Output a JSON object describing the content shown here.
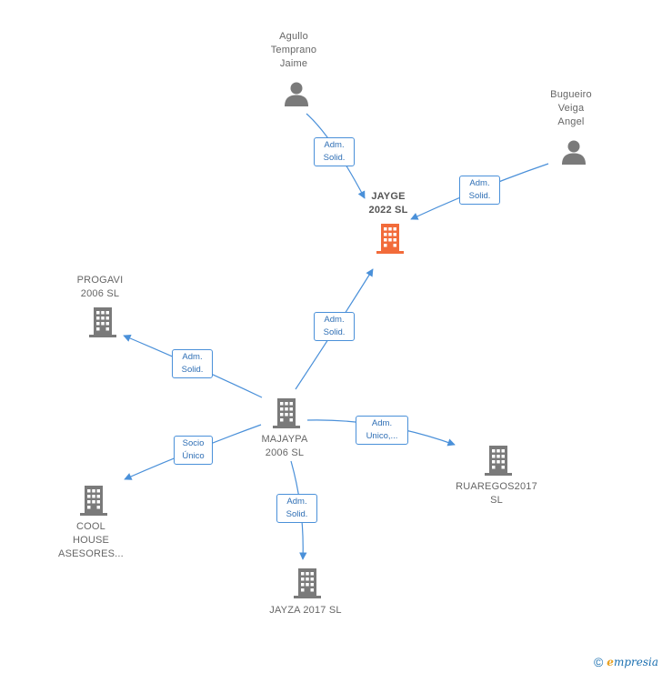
{
  "nodes": {
    "agullo": {
      "label": "Agullo\nTemprano\nJaime",
      "kind": "person",
      "icon": "person-icon"
    },
    "bugueiro": {
      "label": "Bugueiro\nVeiga\nAngel",
      "kind": "person",
      "icon": "person-icon"
    },
    "jayge": {
      "label": "JAYGE\n2022  SL",
      "kind": "company-main",
      "icon": "building-icon"
    },
    "progavi": {
      "label": "PROGAVI\n2006  SL",
      "kind": "company",
      "icon": "building-icon"
    },
    "majaypa": {
      "label": "MAJAYPA\n2006  SL",
      "kind": "company",
      "icon": "building-icon"
    },
    "ruaregos": {
      "label": "RUAREGOS2017\nSL",
      "kind": "company",
      "icon": "building-icon"
    },
    "coolhouse": {
      "label": "COOL\nHOUSE\nASESORES...",
      "kind": "company",
      "icon": "building-icon"
    },
    "jayza": {
      "label": "JAYZA 2017  SL",
      "kind": "company",
      "icon": "building-icon"
    }
  },
  "edges": [
    {
      "from": "agullo",
      "to": "jayge",
      "label": "Adm.\nSolid."
    },
    {
      "from": "bugueiro",
      "to": "jayge",
      "label": "Adm.\nSolid."
    },
    {
      "from": "majaypa",
      "to": "jayge",
      "label": "Adm.\nSolid."
    },
    {
      "from": "majaypa",
      "to": "progavi",
      "label": "Adm.\nSolid."
    },
    {
      "from": "majaypa",
      "to": "ruaregos",
      "label": "Adm.\nUnico,..."
    },
    {
      "from": "majaypa",
      "to": "coolhouse",
      "label": "Socio\nÚnico"
    },
    {
      "from": "majaypa",
      "to": "jayza",
      "label": "Adm.\nSolid."
    }
  ],
  "colors": {
    "edge": "#4a90d9",
    "main_icon": "#f26b3a",
    "icon": "#7a7a7a"
  },
  "footer": {
    "copyright": "©",
    "brand_initial": "e",
    "brand_rest": "mpresia"
  }
}
